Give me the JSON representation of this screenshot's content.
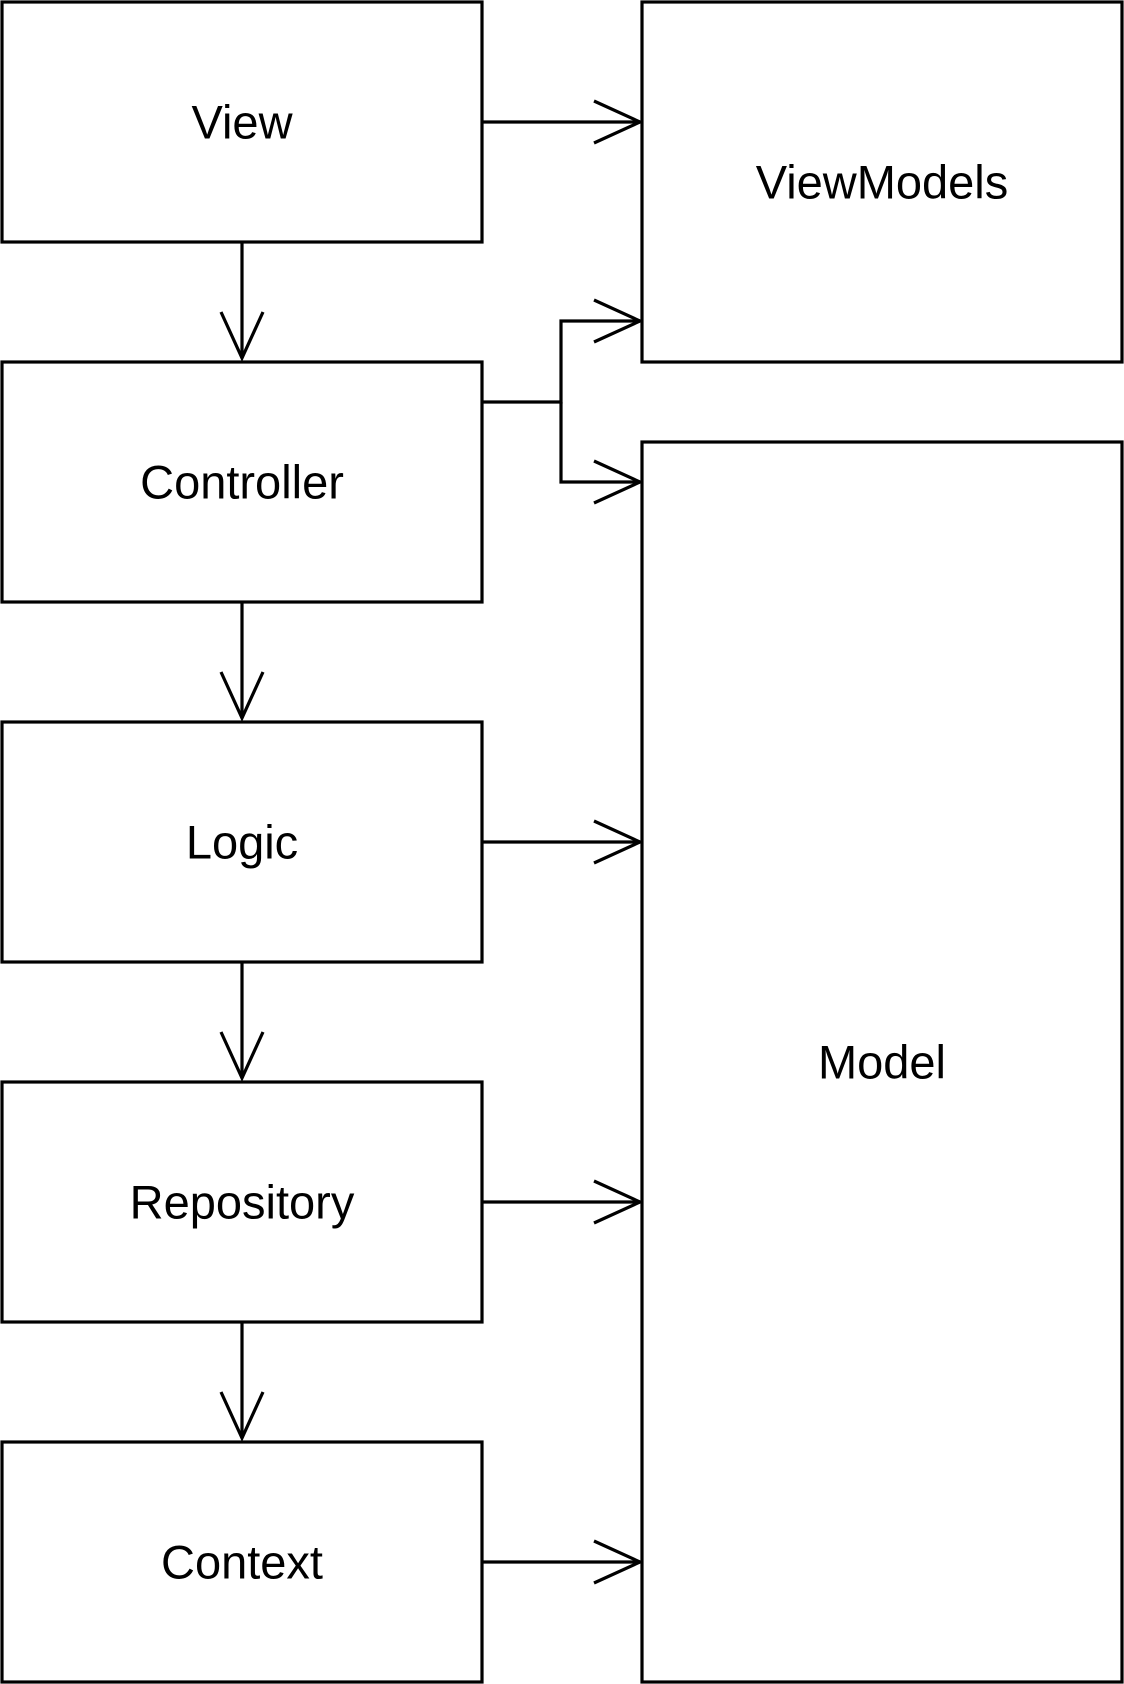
{
  "diagram": {
    "nodes": [
      {
        "id": "view",
        "label": "View"
      },
      {
        "id": "viewmodels",
        "label": "ViewModels"
      },
      {
        "id": "controller",
        "label": "Controller"
      },
      {
        "id": "model",
        "label": "Model"
      },
      {
        "id": "logic",
        "label": "Logic"
      },
      {
        "id": "repository",
        "label": "Repository"
      },
      {
        "id": "context",
        "label": "Context"
      }
    ],
    "edges": [
      {
        "from": "view",
        "to": "viewmodels"
      },
      {
        "from": "view",
        "to": "controller"
      },
      {
        "from": "controller",
        "to": "viewmodels"
      },
      {
        "from": "controller",
        "to": "model"
      },
      {
        "from": "controller",
        "to": "logic"
      },
      {
        "from": "logic",
        "to": "model"
      },
      {
        "from": "logic",
        "to": "repository"
      },
      {
        "from": "repository",
        "to": "model"
      },
      {
        "from": "repository",
        "to": "context"
      },
      {
        "from": "context",
        "to": "model"
      }
    ],
    "colors": {
      "stroke": "#000000",
      "fill": "#ffffff"
    }
  }
}
